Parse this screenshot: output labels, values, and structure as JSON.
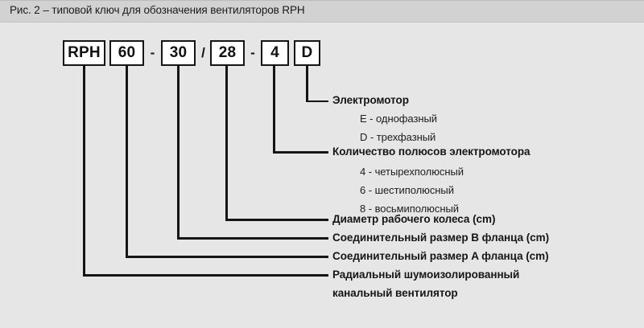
{
  "header": {
    "title": "Рис. 2 – типовой ключ для обозначения вентиляторов RPH"
  },
  "colors": {
    "page_background": "#e6e6e6",
    "header_background": "#d2d2d2",
    "line_color": "#151515",
    "box_fill": "#ffffff",
    "text_color": "#161616"
  },
  "code": {
    "segments": [
      {
        "kind": "box",
        "value": "RPH"
      },
      {
        "kind": "box",
        "value": "60"
      },
      {
        "kind": "separator",
        "value": "-"
      },
      {
        "kind": "box",
        "value": "30"
      },
      {
        "kind": "separator",
        "value": "/"
      },
      {
        "kind": "box",
        "value": "28"
      },
      {
        "kind": "separator",
        "value": "-"
      },
      {
        "kind": "box",
        "value": "4"
      },
      {
        "kind": "box",
        "value": "D"
      }
    ],
    "full_code": "RPH 60 - 30 / 28 - 4 D"
  },
  "legend": [
    {
      "label": "Электромотор",
      "source_segment": "D",
      "options": [
        "E - однофазный",
        "D - трехфазный"
      ]
    },
    {
      "label": "Количество полюсов электромотора",
      "source_segment": "4",
      "options": [
        "4 - четырехполюсный",
        "6 - шестиполюсный",
        "8 - восьмиполюсный"
      ]
    },
    {
      "label": "Диаметр рабочего колеса (cm)",
      "source_segment": "28",
      "options": []
    },
    {
      "label": "Соединительный размер B фланца (cm)",
      "source_segment": "30",
      "options": []
    },
    {
      "label": "Соединительный размер A фланца (cm)",
      "source_segment": "60",
      "options": []
    },
    {
      "label": "Радиальный шумоизолированный",
      "label_line2": "канальный вентилятор",
      "source_segment": "RPH",
      "options": []
    }
  ]
}
